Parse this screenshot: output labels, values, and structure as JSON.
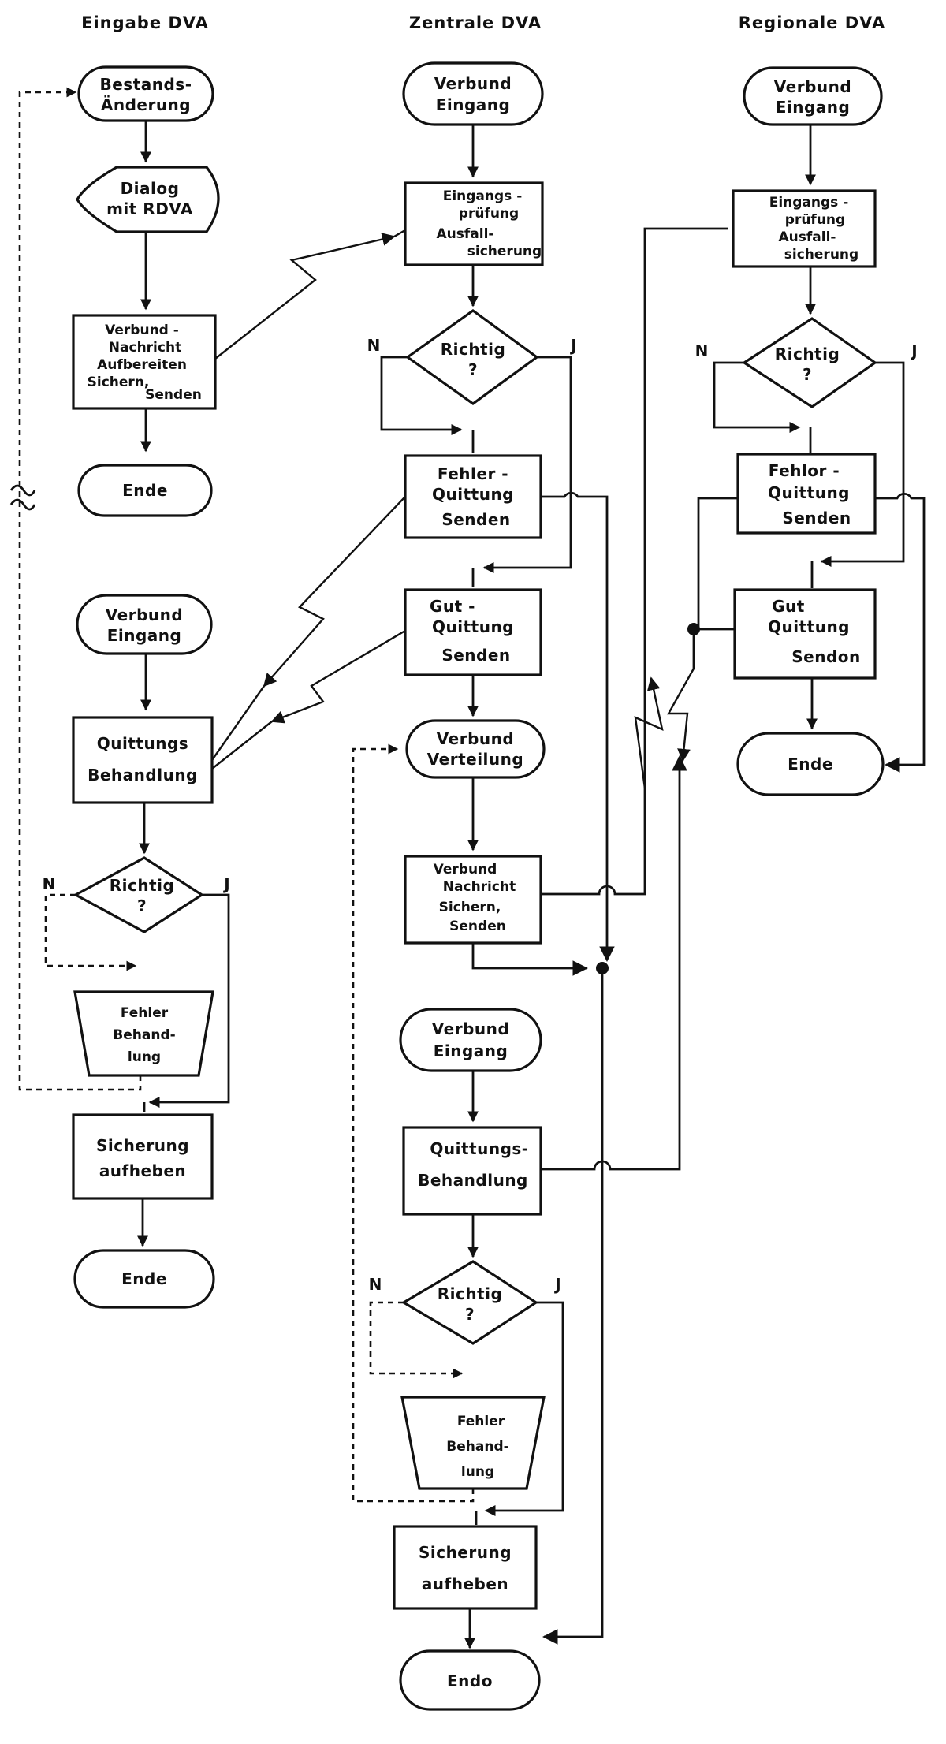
{
  "columns": {
    "left": "Eingabe DVA",
    "center": "Zentrale DVA",
    "right": "Regionale DVA"
  },
  "labels": {
    "yes": "J",
    "no": "N"
  },
  "left": {
    "start": [
      "Bestands-",
      "Änderung"
    ],
    "dialog": [
      "Dialog",
      "mit RDVA"
    ],
    "prepare": [
      "Verbund -",
      "Nachricht",
      "Aufbereiten",
      "Sichern,",
      "Senden"
    ],
    "end1": "Ende",
    "in": [
      "Verbund",
      "Eingang"
    ],
    "ack": [
      "Quittungs",
      "Behandlung"
    ],
    "check": [
      "Richtig",
      "?"
    ],
    "error": [
      "Fehler",
      "Behand-",
      "lung"
    ],
    "release": [
      "Sicherung",
      "aufheben"
    ],
    "end2": "Ende"
  },
  "center": {
    "in": [
      "Verbund",
      "Eingang"
    ],
    "inspect": [
      "Eingangs -",
      "prüfung",
      "Ausfall-",
      "sicherung"
    ],
    "check1": [
      "Richtig",
      "?"
    ],
    "errack": [
      "Fehler -",
      "Quittung",
      "Senden"
    ],
    "goodack": [
      "Gut -",
      "Quittung",
      "Senden"
    ],
    "dist": [
      "Verbund",
      "Verteilung"
    ],
    "send": [
      "Verbund",
      "Nachricht",
      "Sichern,",
      "Senden"
    ],
    "in2": [
      "Verbund",
      "Eingang"
    ],
    "ack2": [
      "Quittungs-",
      "Behandlung"
    ],
    "check2": [
      "Richtig",
      "?"
    ],
    "error2": [
      "Fehler",
      "Behand-",
      "lung"
    ],
    "release": [
      "Sicherung",
      "aufheben"
    ],
    "end": "Endo"
  },
  "right": {
    "in": [
      "Verbund",
      "Eingang"
    ],
    "inspect": [
      "Eingangs -",
      "prüfung",
      "Ausfall-",
      "sicherung"
    ],
    "check": [
      "Richtig",
      "?"
    ],
    "errack": [
      "Fehlor -",
      "Quittung",
      "Senden"
    ],
    "goodack": [
      "Gut",
      "Quittung",
      "Sendon"
    ],
    "end": "Ende"
  }
}
